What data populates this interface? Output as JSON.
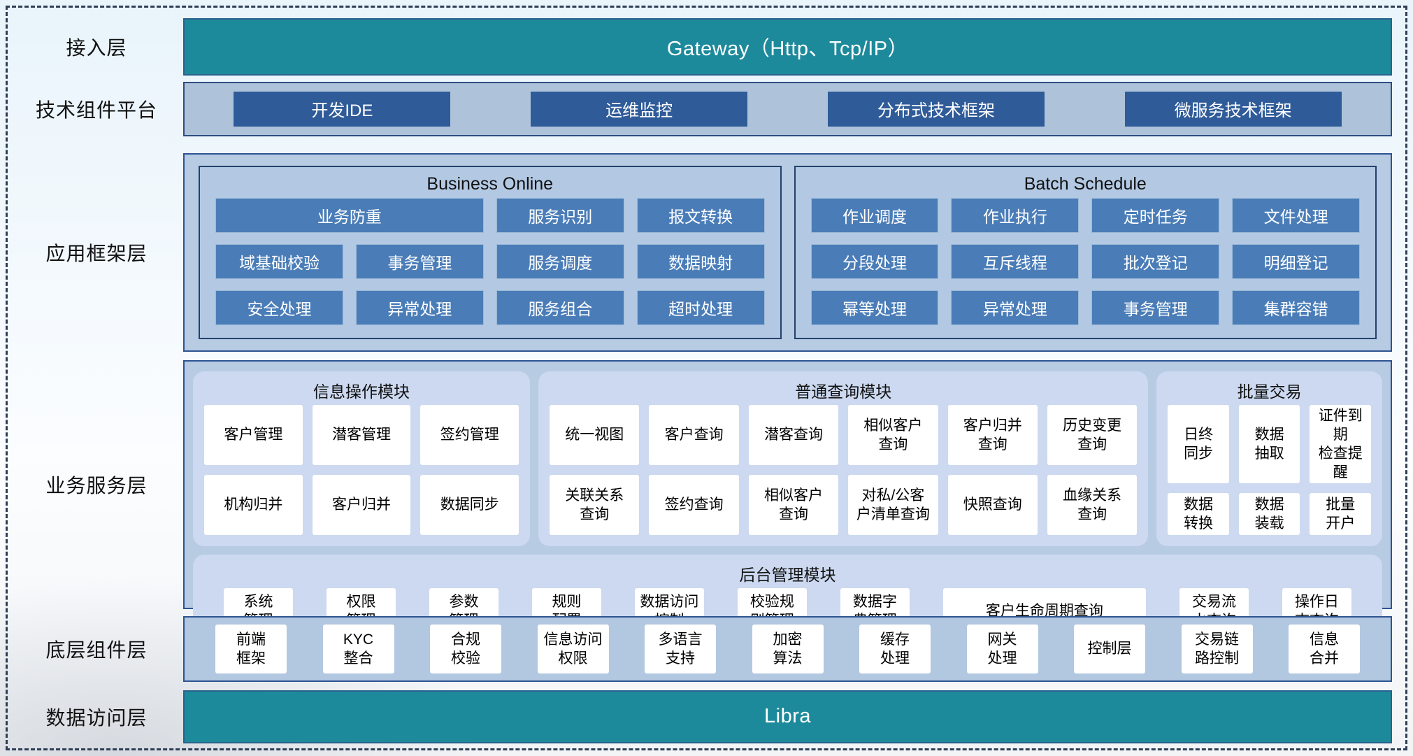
{
  "colors": {
    "teal_bar": "#1d8a9c",
    "dark_blue_button": "#2f5b99",
    "medium_blue_button": "#4a7db8",
    "container_bg": "#b7cbe3",
    "container_border": "#2e5392",
    "module_bg": "#ccd9f0",
    "white_box": "#ffffff",
    "dashed_border": "#2f3e56"
  },
  "layers": {
    "access": {
      "label": "接入层",
      "gateway": "Gateway（Http、Tcp/IP）"
    },
    "tech": {
      "label": "技术组件平台",
      "items": [
        {
          "label": "开发IDE"
        },
        {
          "label": "运维监控"
        },
        {
          "label": "分布式技术框架"
        },
        {
          "label": "微服务技术框架"
        }
      ]
    },
    "app_framework": {
      "label": "应用框架层",
      "groups": [
        {
          "title": "Business Online",
          "items": [
            {
              "label": "业务防重"
            },
            {
              "label": "服务识别"
            },
            {
              "label": "报文转换"
            },
            {
              "label": "域基础校验"
            },
            {
              "label": "事务管理"
            },
            {
              "label": "服务调度"
            },
            {
              "label": "数据映射"
            },
            {
              "label": "安全处理"
            },
            {
              "label": "异常处理"
            },
            {
              "label": "服务组合"
            },
            {
              "label": "超时处理"
            }
          ]
        },
        {
          "title": "Batch Schedule",
          "items": [
            {
              "label": "作业调度"
            },
            {
              "label": "作业执行"
            },
            {
              "label": "定时任务"
            },
            {
              "label": "文件处理"
            },
            {
              "label": "分段处理"
            },
            {
              "label": "互斥线程"
            },
            {
              "label": "批次登记"
            },
            {
              "label": "明细登记"
            },
            {
              "label": "幂等处理"
            },
            {
              "label": "异常处理"
            },
            {
              "label": "事务管理"
            },
            {
              "label": "集群容错"
            }
          ]
        }
      ]
    },
    "business_service": {
      "label": "业务服务层",
      "modules": [
        {
          "title": "信息操作模块",
          "items": [
            {
              "label": "客户管理"
            },
            {
              "label": "潜客管理"
            },
            {
              "label": "签约管理"
            },
            {
              "label": "机构归并"
            },
            {
              "label": "客户归并"
            },
            {
              "label": "数据同步"
            }
          ]
        },
        {
          "title": "普通查询模块",
          "items": [
            {
              "label": "统一视图"
            },
            {
              "label": "客户查询"
            },
            {
              "label": "潜客查询"
            },
            {
              "label": "相似客户\n查询"
            },
            {
              "label": "客户归并\n查询"
            },
            {
              "label": "历史变更\n查询"
            },
            {
              "label": "关联关系\n查询"
            },
            {
              "label": "签约查询"
            },
            {
              "label": "相似客户\n查询"
            },
            {
              "label": "对私/公客\n户清单查询"
            },
            {
              "label": "快照查询"
            },
            {
              "label": "血缘关系\n查询"
            }
          ]
        },
        {
          "title": "批量交易",
          "items": [
            {
              "label": "日终\n同步"
            },
            {
              "label": "数据\n抽取"
            },
            {
              "label": "证件到期\n检查提醒"
            },
            {
              "label": "数据\n转换"
            },
            {
              "label": "数据\n装载"
            },
            {
              "label": "批量\n开户"
            }
          ]
        }
      ],
      "admin_module": {
        "title": "后台管理模块",
        "items": [
          {
            "label": "系统\n管理"
          },
          {
            "label": "权限\n管理"
          },
          {
            "label": "参数\n管理"
          },
          {
            "label": "规则\n配置"
          },
          {
            "label": "数据访问\n控制"
          },
          {
            "label": "校验规\n则管理"
          },
          {
            "label": "数据字\n典管理"
          },
          {
            "label": "客户生命周期查询"
          },
          {
            "label": "交易流\n水查询"
          },
          {
            "label": "操作日\n志查询"
          }
        ]
      }
    },
    "foundation": {
      "label": "底层组件层",
      "items": [
        {
          "label": "前端\n框架"
        },
        {
          "label": "KYC\n整合"
        },
        {
          "label": "合规\n校验"
        },
        {
          "label": "信息访问\n权限"
        },
        {
          "label": "多语言\n支持"
        },
        {
          "label": "加密\n算法"
        },
        {
          "label": "缓存\n处理"
        },
        {
          "label": "网关\n处理"
        },
        {
          "label": "控制层"
        },
        {
          "label": "交易链\n路控制"
        },
        {
          "label": "信息\n合并"
        }
      ]
    },
    "data_access": {
      "label": "数据访问层",
      "bar": "Libra"
    }
  }
}
